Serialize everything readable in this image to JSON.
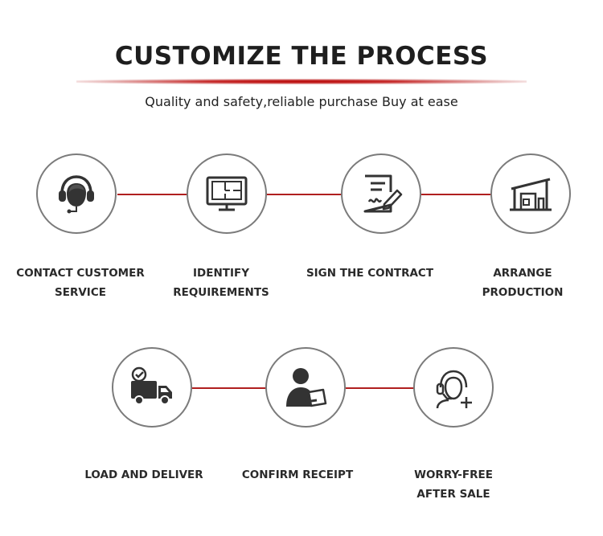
{
  "header": {
    "title": "CUSTOMIZE THE PROCESS",
    "subtitle": "Quality and safety,reliable purchase Buy at ease"
  },
  "accent_color": "#b01f1f",
  "steps": [
    {
      "icon": "headset-agent-icon",
      "line1": "CONTACT CUSTOMER",
      "line2": "SERVICE"
    },
    {
      "icon": "monitor-blueprint-icon",
      "line1": "IDENTIFY",
      "line2": "REQUIREMENTS"
    },
    {
      "icon": "contract-sign-icon",
      "line1": "SIGN THE CONTRACT",
      "line2": ""
    },
    {
      "icon": "factory-icon",
      "line1": "ARRANGE",
      "line2": "PRODUCTION"
    },
    {
      "icon": "delivery-truck-icon",
      "line1": "LOAD AND DELIVER",
      "line2": ""
    },
    {
      "icon": "confirm-receipt-icon",
      "line1": "CONFIRM RECEIPT",
      "line2": ""
    },
    {
      "icon": "support-agent-icon",
      "line1": "WORRY-FREE",
      "line2": "AFTER SALE"
    }
  ]
}
